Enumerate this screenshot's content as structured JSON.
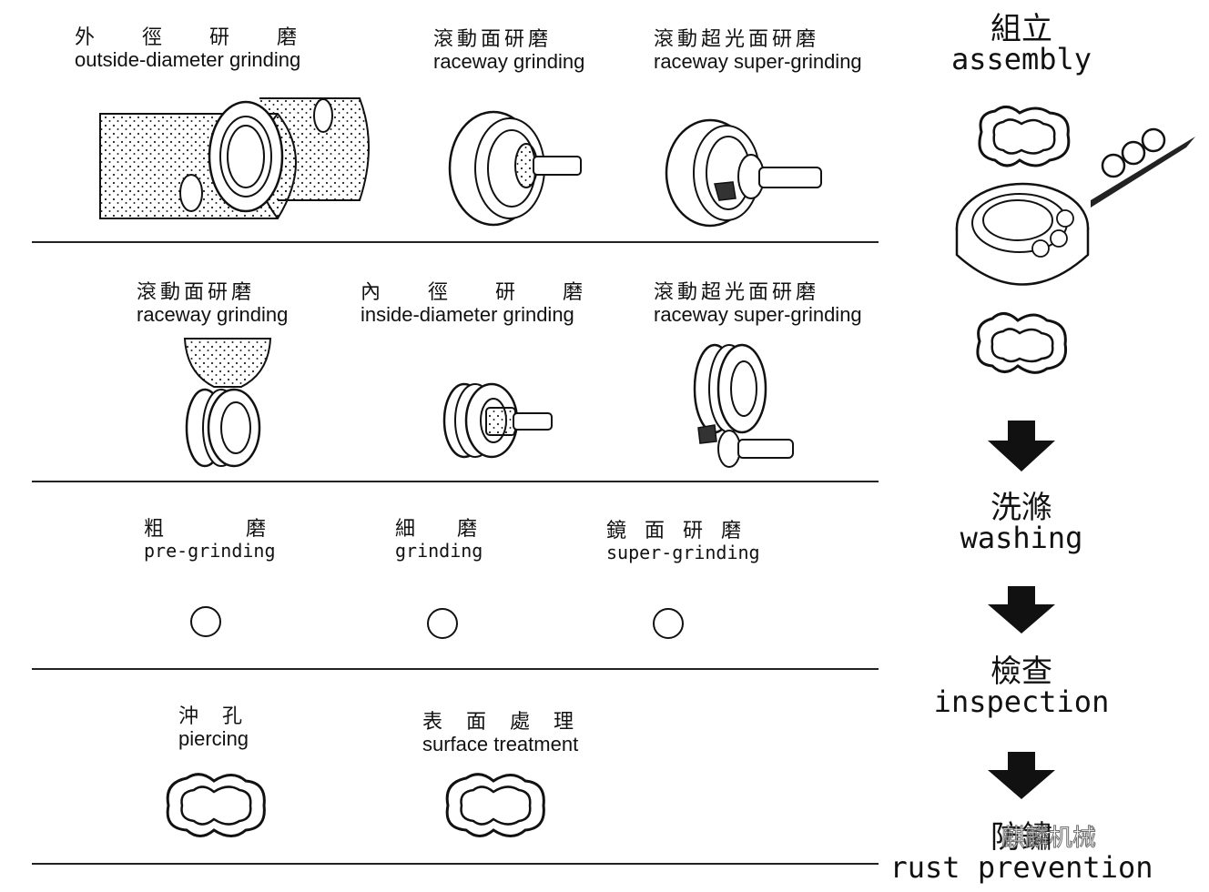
{
  "steps": {
    "od_grinding": {
      "zh": "外徑研磨",
      "en": "outside-diameter grinding"
    },
    "raceway_grinding_1": {
      "zh": "滾動面研磨",
      "en": "raceway grinding"
    },
    "raceway_super_1": {
      "zh": "滾動超光面研磨",
      "en": "raceway super-grinding"
    },
    "raceway_grinding_2": {
      "zh": "滾動面研磨",
      "en": "raceway grinding"
    },
    "id_grinding": {
      "zh": "內徑研磨",
      "en": "inside-diameter grinding"
    },
    "raceway_super_2": {
      "zh": "滾動超光面研磨",
      "en": "raceway super-grinding"
    },
    "pre_grinding": {
      "zh": "粗磨",
      "en": "pre-grinding"
    },
    "grinding": {
      "zh": "細磨",
      "en": "grinding"
    },
    "super_grinding": {
      "zh": "鏡面研磨",
      "en": "super-grinding"
    },
    "piercing": {
      "zh": "沖孔",
      "en": "piercing"
    },
    "surface_treatment": {
      "zh": "表面處理",
      "en": "surface treatment"
    }
  },
  "right_flow": {
    "assembly": {
      "zh": "組立",
      "en": "assembly"
    },
    "washing": {
      "zh": "洗滌",
      "en": "washing"
    },
    "inspection": {
      "zh": "檢查",
      "en": "inspection"
    },
    "rust_prevention": {
      "zh": "防鏽",
      "en": "rust prevention"
    }
  },
  "watermark": "麒麟机械"
}
